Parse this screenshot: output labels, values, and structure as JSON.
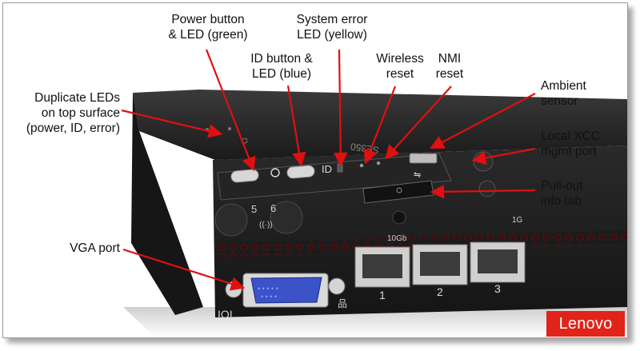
{
  "callouts": {
    "power": "Power button\n& LED (green)",
    "system_error": "System error\nLED (yellow)",
    "id_button": "ID button &\nLED (blue)",
    "wireless": "Wireless\nreset",
    "nmi": "NMI\nreset",
    "duplicate_leds": "Duplicate LEDs\non top surface\n(power, ID, error)",
    "ambient": "Ambient\nsensor",
    "local_xcc": "Local XCC\nmgmt port",
    "pull_out": "Pull-out\ninfo tab",
    "vga": "VGA port"
  },
  "device_labels": {
    "model": "SE350",
    "id_text": "ID",
    "port5": "5",
    "port6": "6",
    "port1": "1",
    "port2": "2",
    "port3": "3",
    "speed": "10Gb",
    "speed_partial": "1G"
  },
  "logo": {
    "text": "Lenovo",
    "color": "#e2231a"
  },
  "colors": {
    "arrow": "#e01010",
    "chassis": "#1f1f1f",
    "vga": "#3b52c8"
  }
}
